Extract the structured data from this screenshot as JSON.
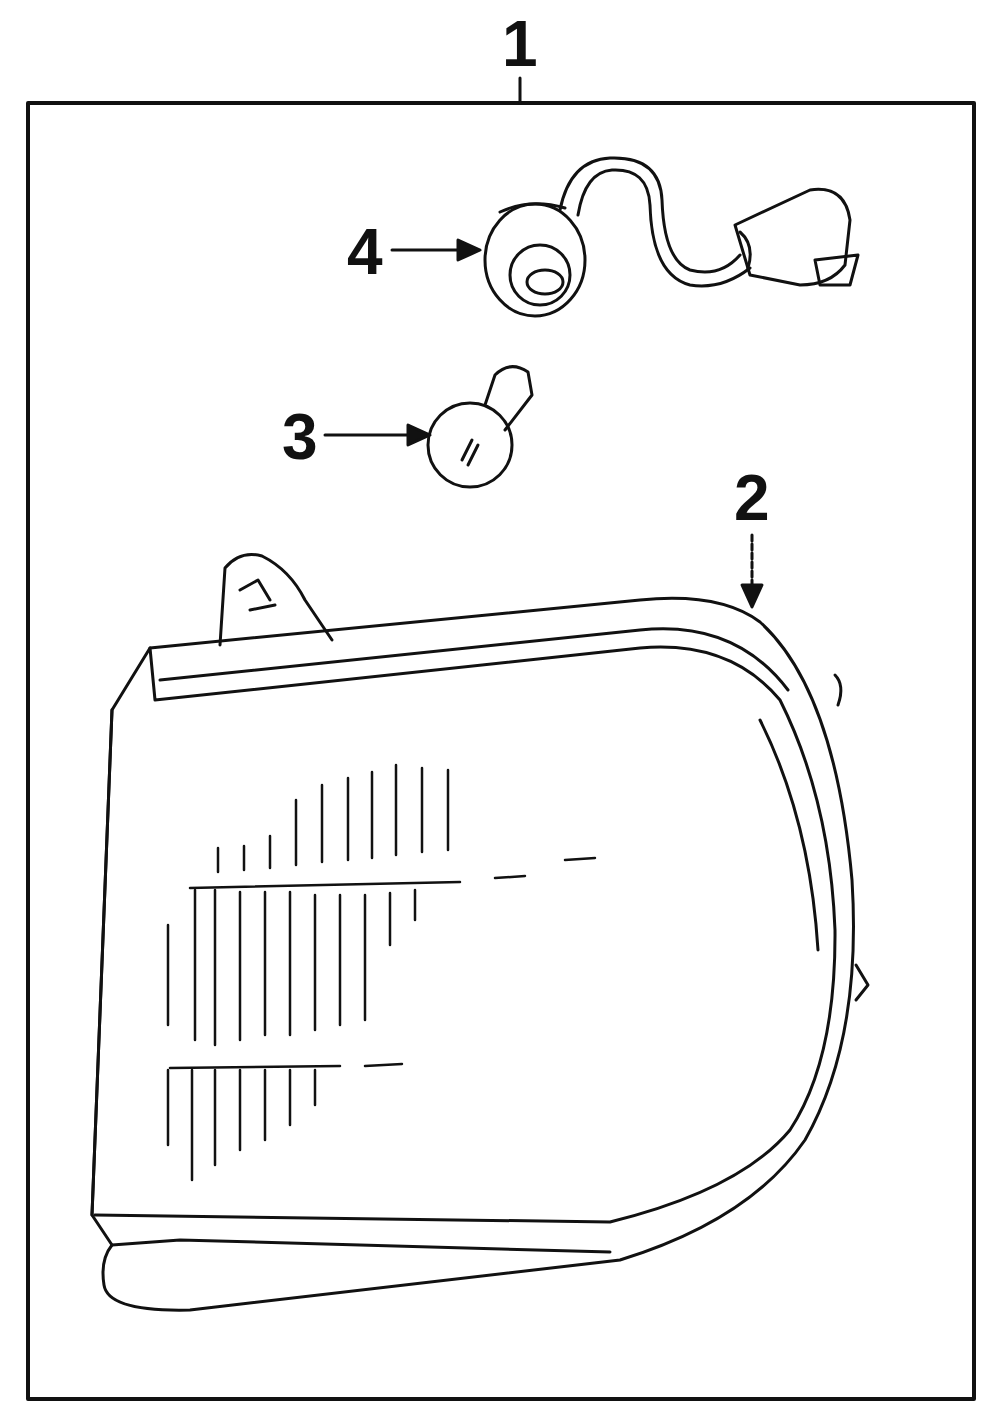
{
  "diagram": {
    "labels": [
      "1",
      "4",
      "3",
      "2"
    ]
  }
}
